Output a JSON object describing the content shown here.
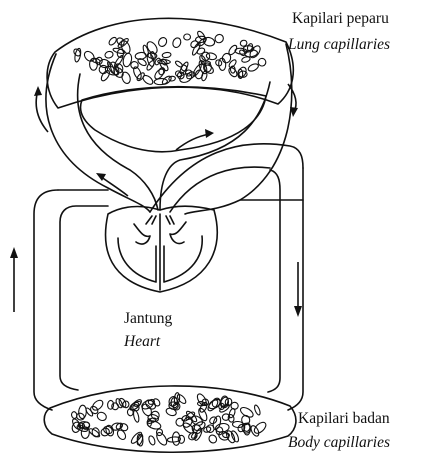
{
  "labels": {
    "lung_ms": "Kapilari peparu",
    "lung_en": "Lung capillaries",
    "heart_ms": "Jantung",
    "heart_en": "Heart",
    "body_ms": "Kapilari badan",
    "body_en": "Body capillaries"
  },
  "colors": {
    "line": "#111111",
    "background": "#ffffff"
  }
}
